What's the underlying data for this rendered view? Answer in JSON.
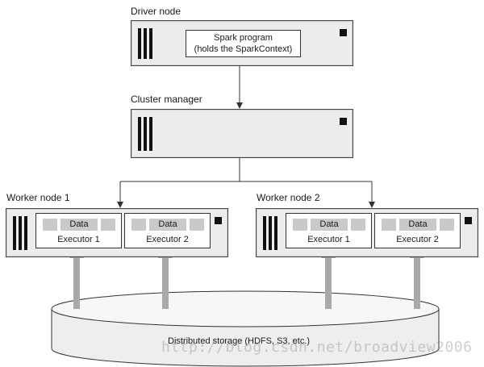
{
  "driver": {
    "title": "Driver node",
    "program_line1": "Spark program",
    "program_line2": "(holds the SparkContext)"
  },
  "cluster_manager": {
    "title": "Cluster manager"
  },
  "workers": [
    {
      "title": "Worker node 1",
      "executors": [
        {
          "data_label": "Data",
          "name": "Executor 1"
        },
        {
          "data_label": "Data",
          "name": "Executor 2"
        }
      ]
    },
    {
      "title": "Worker node 2",
      "executors": [
        {
          "data_label": "Data",
          "name": "Executor 1"
        },
        {
          "data_label": "Data",
          "name": "Executor 2"
        }
      ]
    }
  ],
  "storage": {
    "label": "Distributed storage (HDFS, S3, etc.)"
  },
  "watermark": "http://blog.csdn.net/broadview2006",
  "colors": {
    "server_fill": "#ececec",
    "arrow_gray": "#a9a9a9",
    "storage_fill": "#eeeeee"
  }
}
